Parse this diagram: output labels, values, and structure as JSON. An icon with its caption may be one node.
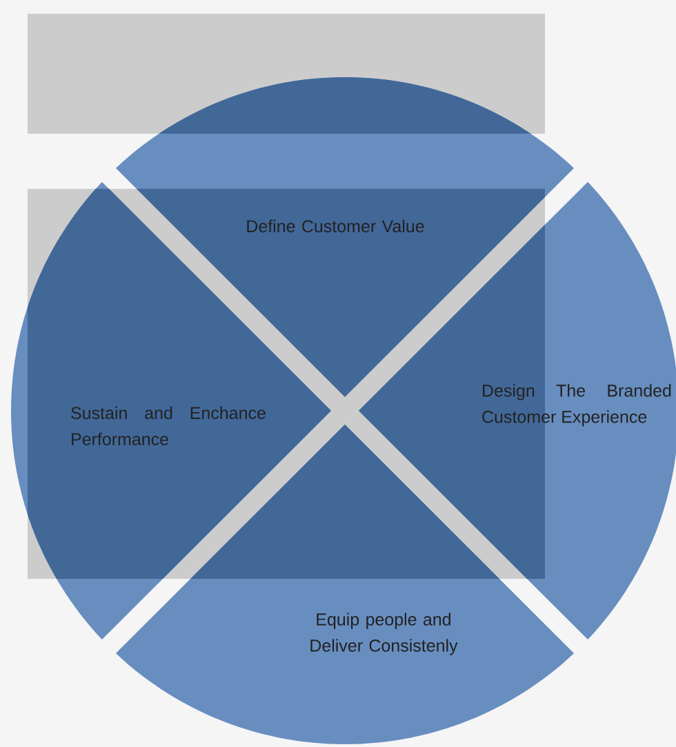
{
  "diagram": {
    "nodes": [
      {
        "text": [
          "Define Customer Value"
        ]
      },
      {
        "text": [
          "Sustain and Enchance Performance"
        ]
      },
      {
        "text": [
          "Design The Branded Customer Experience"
        ]
      },
      {
        "text": [
          "Equip people and Deliver Consistenly"
        ]
      }
    ]
  }
}
